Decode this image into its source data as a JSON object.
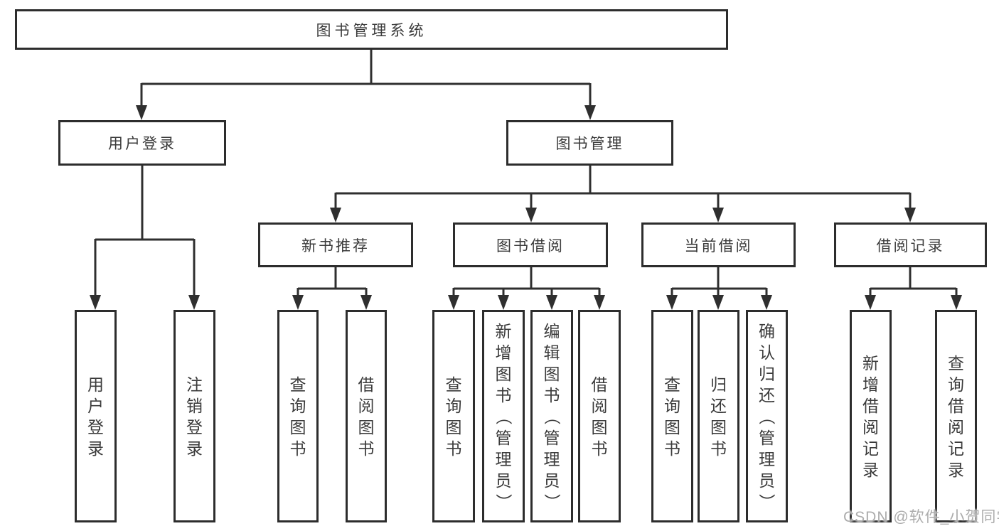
{
  "colors": {
    "background": "#ffffff",
    "box_border": "#2d2d2d",
    "connector": "#2f2f2f",
    "text": "#3b3b3b",
    "watermark": "#acacac"
  },
  "watermark": "CSDN @软件_小贺同学",
  "tree": {
    "root": {
      "label": "图书管理系统",
      "children": [
        {
          "label": "用户登录",
          "children": [
            {
              "label": "用户登录"
            },
            {
              "label": "注销登录"
            }
          ]
        },
        {
          "label": "图书管理",
          "children": [
            {
              "label": "新书推荐",
              "children": [
                {
                  "label": "查询图书"
                },
                {
                  "label": "借阅图书"
                }
              ]
            },
            {
              "label": "图书借阅",
              "children": [
                {
                  "label": "查询图书"
                },
                {
                  "label": "新增图书（管理员）"
                },
                {
                  "label": "编辑图书（管理员）"
                },
                {
                  "label": "借阅图书"
                }
              ]
            },
            {
              "label": "当前借阅",
              "children": [
                {
                  "label": "查询图书"
                },
                {
                  "label": "归还图书"
                },
                {
                  "label": "确认归还（管理员）"
                }
              ]
            },
            {
              "label": "借阅记录",
              "children": [
                {
                  "label": "新增借阅记录"
                },
                {
                  "label": "查询借阅记录"
                }
              ]
            }
          ]
        }
      ]
    }
  }
}
